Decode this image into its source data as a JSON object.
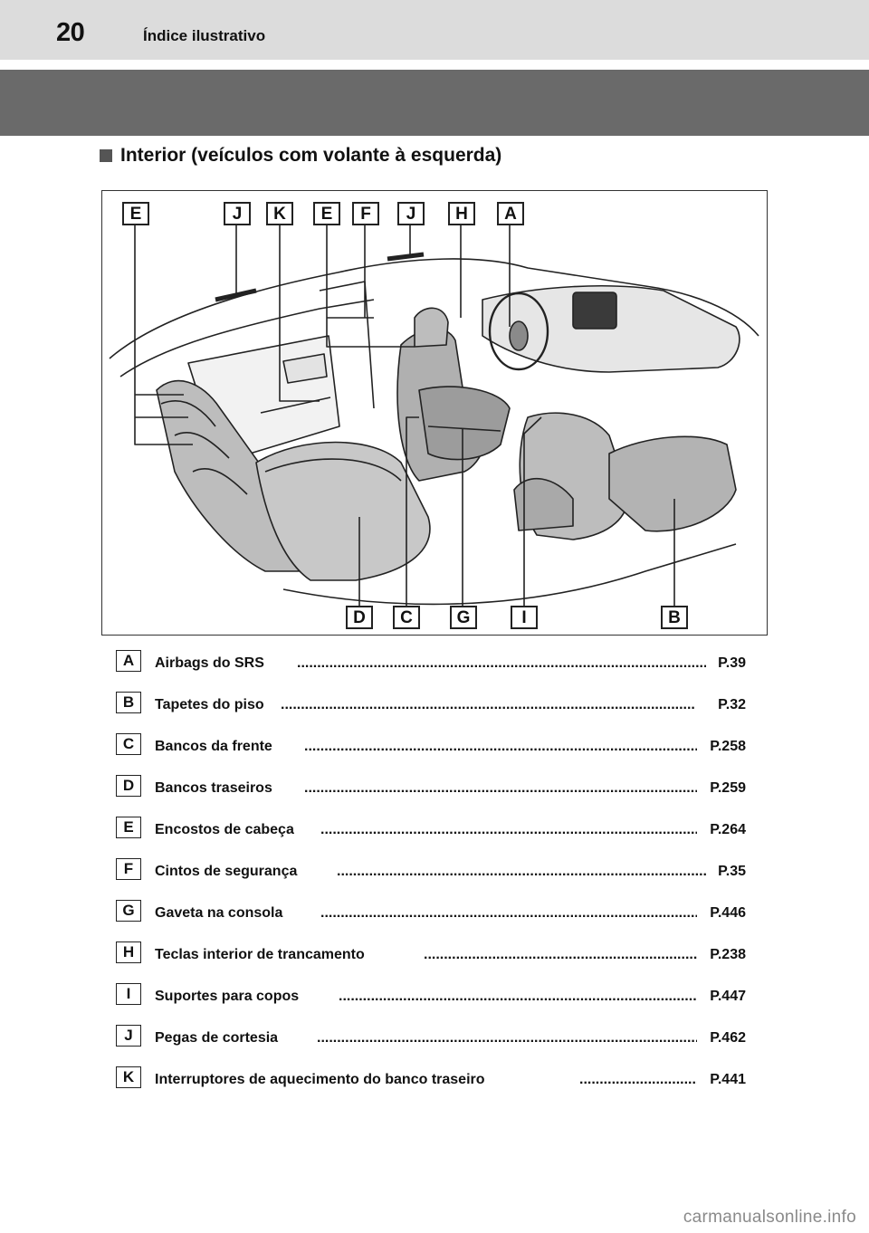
{
  "header": {
    "page_number": "20",
    "title": "Índice ilustrativo"
  },
  "section": {
    "title": "Interior (veículos com volante à esquerda)"
  },
  "figure": {
    "top_callouts": [
      "E",
      "J",
      "K",
      "E",
      "F",
      "J",
      "H",
      "A"
    ],
    "bottom_callouts": [
      "D",
      "C",
      "G",
      "I",
      "B"
    ]
  },
  "legend": [
    {
      "letter": "A",
      "label": "Airbags do SRS",
      "page": "P.39"
    },
    {
      "letter": "B",
      "label": "Tapetes do piso",
      "page": "P.32"
    },
    {
      "letter": "C",
      "label": "Bancos da frente",
      "page": "P.258"
    },
    {
      "letter": "D",
      "label": "Bancos traseiros",
      "page": "P.259"
    },
    {
      "letter": "E",
      "label": "Encostos de cabeça",
      "page": "P.264"
    },
    {
      "letter": "F",
      "label": "Cintos de segurança",
      "page": "P.35"
    },
    {
      "letter": "G",
      "label": "Gaveta na consola",
      "page": "P.446"
    },
    {
      "letter": "H",
      "label": "Teclas interior de trancamento",
      "page": "P.238"
    },
    {
      "letter": "I",
      "label": "Suportes para copos",
      "page": "P.447"
    },
    {
      "letter": "J",
      "label": "Pegas de cortesia",
      "page": "P.462"
    },
    {
      "letter": "K",
      "label": "Interruptores de aquecimento do banco traseiro",
      "page": "P.441"
    }
  ],
  "watermark": "carmanualsonline.info"
}
